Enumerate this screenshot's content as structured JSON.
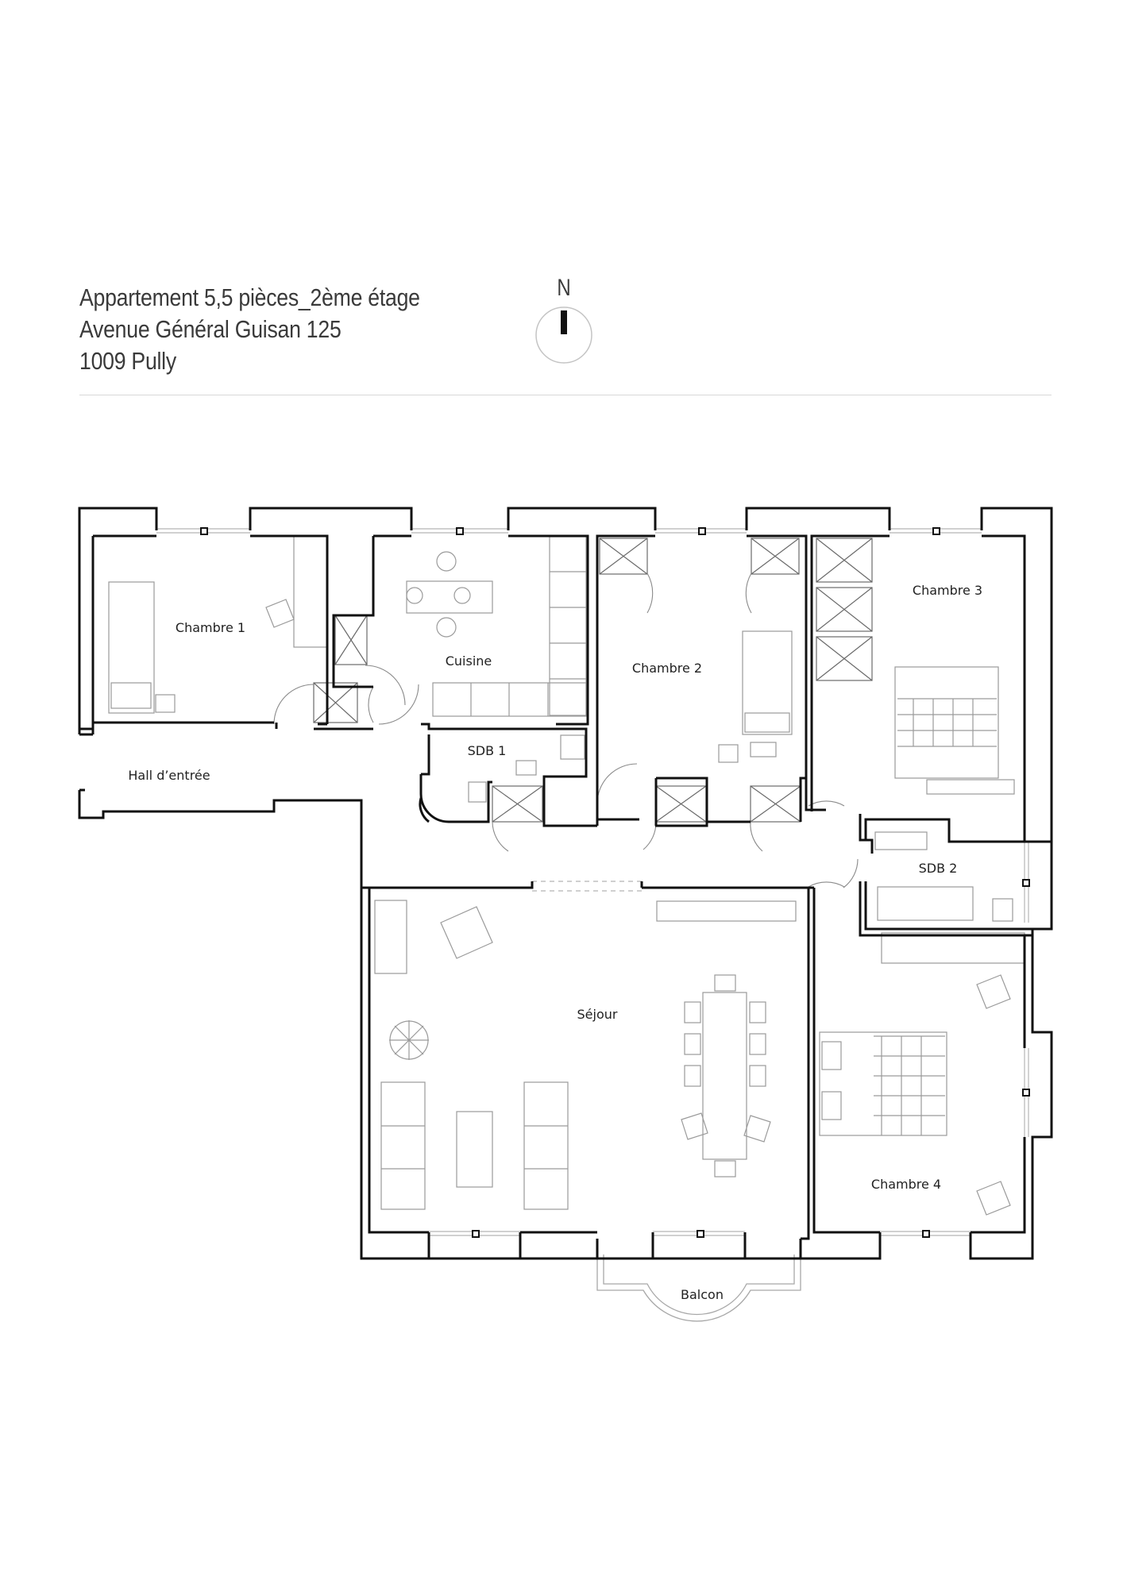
{
  "header": {
    "line1": "Appartement 5,5 pièces_2ème étage",
    "line2": "Avenue Général Guisan 125",
    "line3": "1009 Pully"
  },
  "compass": {
    "letter": "N"
  },
  "rooms": {
    "chambre1": "Chambre 1",
    "cuisine": "Cuisine",
    "chambre2": "Chambre 2",
    "chambre3": "Chambre 3",
    "sdb1": "SDB 1",
    "hall": "Hall d’entrée",
    "sdb2": "SDB 2",
    "sejour": "Séjour",
    "chambre4": "Chambre 4",
    "balcon": "Balcon"
  },
  "colors": {
    "wall": "#111111",
    "furniture": "#9a9a9a",
    "rule": "#d8d8d8"
  }
}
